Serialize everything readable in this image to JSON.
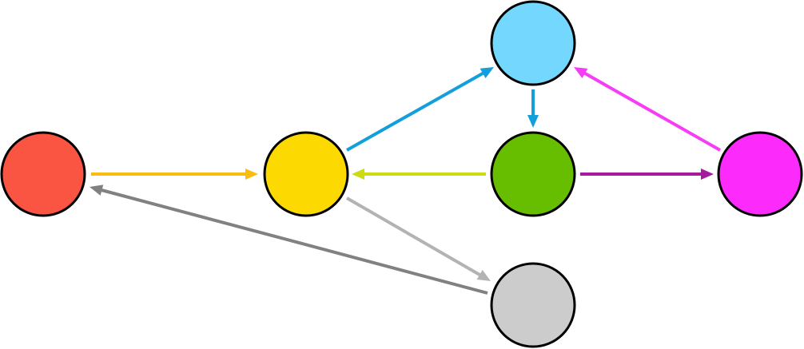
{
  "diagram": {
    "nodes": [
      {
        "id": "red",
        "color": "#fa5443"
      },
      {
        "id": "yellow",
        "color": "#fcd900"
      },
      {
        "id": "blue",
        "color": "#74d7fd"
      },
      {
        "id": "green",
        "color": "#67bd00"
      },
      {
        "id": "magenta",
        "color": "#fc2bfc"
      },
      {
        "id": "gray",
        "color": "#cccccc"
      }
    ],
    "edges": [
      {
        "from": "red",
        "to": "yellow",
        "color": "#fbbc10"
      },
      {
        "from": "yellow",
        "to": "blue",
        "color": "#139fdc"
      },
      {
        "from": "blue",
        "to": "green",
        "color": "#139fdc"
      },
      {
        "from": "green",
        "to": "yellow",
        "color": "#ccdb12"
      },
      {
        "from": "green",
        "to": "magenta",
        "color": "#a51a9e"
      },
      {
        "from": "magenta",
        "to": "blue",
        "color": "#f73cf5"
      },
      {
        "from": "yellow",
        "to": "gray",
        "color": "#b3b3b3"
      },
      {
        "from": "gray",
        "to": "red",
        "color": "#818181"
      }
    ]
  }
}
